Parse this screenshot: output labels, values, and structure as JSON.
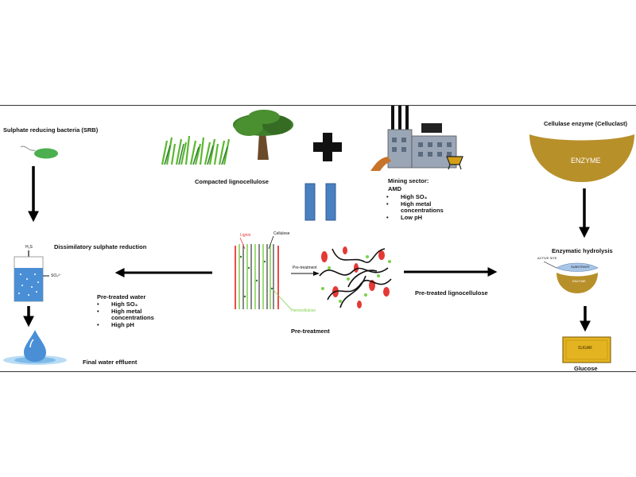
{
  "labels": {
    "srb": "Sulphate reducing bacteria (SRB)",
    "lignocellulose": "Compacted lignocellulose",
    "mining_title_1": "Mining sector:",
    "mining_title_2": "AMD",
    "cellulase": "Cellulase enzyme (Celluclast)",
    "enzyme_word": "ENZYME",
    "dissimilatory": "Dissimilatory sulphate reduction",
    "h2s": "H₂S",
    "so4": "SO₄²⁻",
    "pretreated_water": "Pre-treated water",
    "pretreatment": "Pre-treatment",
    "pretreatment_arrow": "Pre-treatment",
    "lignin": "Lignin",
    "cellulose": "Cellulose",
    "hemicellulose": "Hemicellulose",
    "pretreated_lignocellulose": "Pre-treated lignocellulose",
    "enzymatic_hydrolysis": "Enzymatic hydrolysis",
    "active_site": "ACTIVE SITE",
    "substrate": "SUBSTRATE",
    "enzyme_small": "ENZYME",
    "sugar": "SUGAR",
    "glucose": "Glucose",
    "final_effluent": "Final water effluent"
  },
  "mining_bullets": [
    "High SO₄",
    "High metal concentrations",
    "Low pH"
  ],
  "water_bullets": [
    "High SO₄",
    "High metal concentrations",
    "High pH"
  ],
  "icons": {
    "bacterium": "bacterium-icon",
    "grass": "grass-icon",
    "tree": "tree-icon",
    "plus": "plus-icon",
    "factory": "factory-icon",
    "pause": "pause-bars-icon",
    "reactor": "bioreactor-icon",
    "droplet": "water-droplet-icon"
  },
  "colors": {
    "enzyme": "#b8902a",
    "bacterium": "#4caf50",
    "grass": "#5cb832",
    "tree_canopy": "#3f7d2a",
    "tree_trunk": "#6b4a2b",
    "factory": "#9aa6b6",
    "pause_bars": "#4a7fc0",
    "water": "#4a8fd6",
    "sugar": "#e3b321",
    "lignin": "#e53935",
    "hemicellulose": "#7cd04a"
  }
}
